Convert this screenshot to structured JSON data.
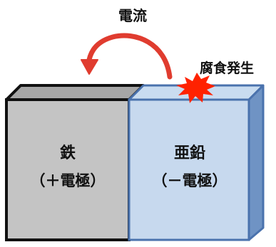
{
  "labels": {
    "current": "電流",
    "corrosion": "腐食発生",
    "iron": "鉄",
    "iron_electrode": "（＋電極）",
    "zinc": "亜鉛",
    "zinc_electrode": "（－電極）"
  },
  "colors": {
    "iron_front": "#c4c4c4",
    "iron_top": "#a6a6a6",
    "zinc_front": "#c7d9ee",
    "zinc_top": "#c9dcf0",
    "zinc_side": "#6f93c4",
    "zinc_outline": "#4a72ad",
    "arrow": "#e03c2f",
    "burst": "#ff2200",
    "outline": "#111111"
  },
  "icons": {
    "current_arrow": "curved-arrow-icon",
    "corrosion_burst": "burst-icon"
  }
}
